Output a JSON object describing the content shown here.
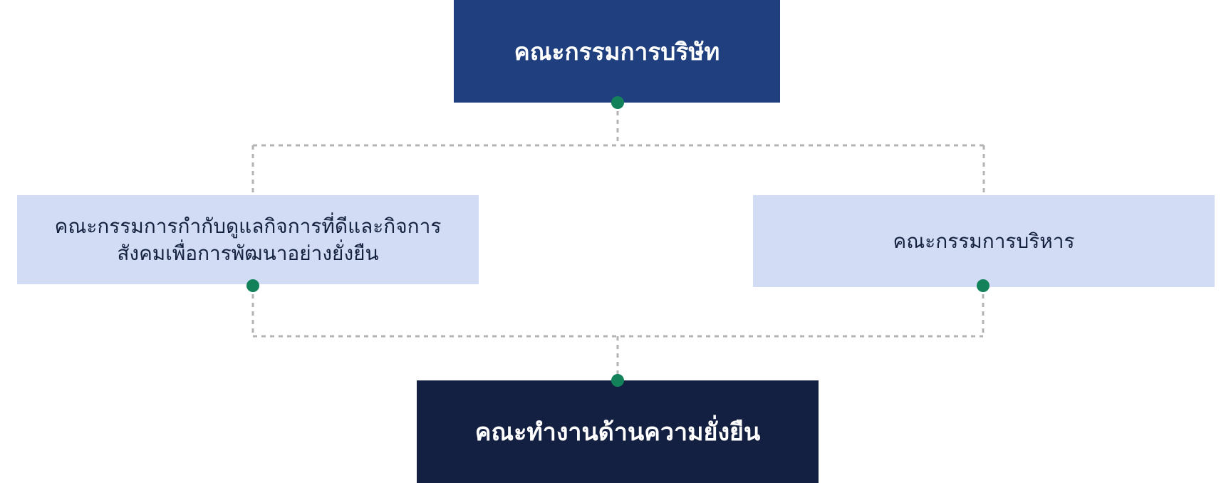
{
  "diagram": {
    "board": {
      "label": "คณะกรรมการบริษัท"
    },
    "governance_committee": {
      "line1": "คณะกรรมการกำกับดูแลกิจการที่ดีและกิจการ",
      "line2": "สังคมเพื่อการพัฒนาอย่างยั่งยืน"
    },
    "executive_committee": {
      "label": "คณะกรรมการบริหาร"
    },
    "sustainability_working_group": {
      "label": "คณะทำงานด้านความยั่งยืน"
    }
  },
  "colors": {
    "board_fill": "#203f7e",
    "committee_fill": "#d2ddf5",
    "working_group_fill": "#132041",
    "connector_dot": "#13815a",
    "connector_line": "#b3b3b3",
    "dark_text": "#14213f"
  }
}
